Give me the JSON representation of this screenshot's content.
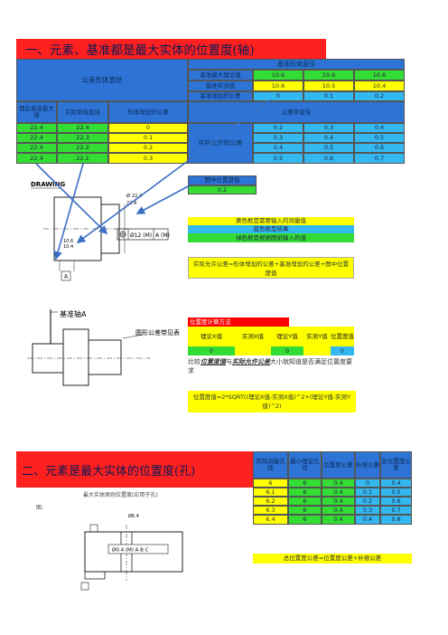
{
  "section1": {
    "title": "一、元素、基准都是最大实体的位置度(轴)",
    "hdr_part_size": "公差形体直径",
    "hdr_datum_size": "基准形体直径",
    "datum_rows": [
      {
        "label": "基准最大理论值",
        "values": [
          "10.6",
          "10.6",
          "10.6"
        ]
      },
      {
        "label": "基准实测值",
        "values": [
          "10.6",
          "10.5",
          "10.4"
        ]
      },
      {
        "label": "基准增加的公差",
        "values": [
          "0",
          "0.1",
          "0.2"
        ]
      }
    ],
    "col_theory": "理论直径最大值",
    "col_actual": "实际测值直径",
    "col_added": "形体增加的公差",
    "col_zone": "公差带直径",
    "zone_label": "实际允许的公差",
    "rows": [
      {
        "theory": "22.4",
        "actual": "22.4",
        "added": "0",
        "zone": [
          "0.2",
          "0.3",
          "0.4"
        ]
      },
      {
        "theory": "22.4",
        "actual": "22.3",
        "added": "0.1",
        "zone": [
          "0.3",
          "0.4",
          "0.5"
        ]
      },
      {
        "theory": "22.4",
        "actual": "22.2",
        "added": "0.2",
        "zone": [
          "0.4",
          "0.5",
          "0.6"
        ]
      },
      {
        "theory": "22.4",
        "actual": "22.1",
        "added": "0.3",
        "zone": [
          "0.5",
          "0.6",
          "0.7"
        ]
      }
    ],
    "pos_label": "图中位置度值",
    "pos_value": "0.2",
    "legend_yellow": "黄色框是需要输入的测量值",
    "legend_cyan": "蓝色框是结果",
    "legend_green": "绿色框是根据图纸输入的值",
    "formula_note": "实际允许公差=形体增加的公差+基准增加的公差+图中位置度值",
    "drawing_label": "DRAWING",
    "dim_phi": "Ø",
    "dim_224": "22.4",
    "dim_10": "10.6",
    "dim_104": "10.4",
    "fcf_value": "Ø12 (M)",
    "fcf_datum": "A (M)",
    "datum_a": "A"
  },
  "calc": {
    "title": "位置度计算方法",
    "col1": "理论X值",
    "col2": "实测X值",
    "col3": "理论Y值",
    "col4": "实测Y值",
    "col5": "位置度值",
    "values": [
      "0",
      "",
      "0",
      "",
      "0"
    ],
    "compare_text_a": "比较",
    "compare_em1": "位置度值",
    "compare_text_b": "与",
    "compare_em2": "实际允许公差",
    "compare_text_c": "大小就知道是否满足位置度要求",
    "formula": "位置度值=2*SQRT((理论X值-实测X值)^2+(理论Y值-实测Y值)^2)",
    "datum_axis_label": "基准轴A",
    "zone_label": "圆形公差带见表"
  },
  "section2": {
    "title": "二、元素是最大实体的位置度(孔)",
    "col_headers": [
      "实际测量孔径",
      "最小理论孔径",
      "位置度公差",
      "补偿公差",
      "总位置度公差"
    ],
    "rows": [
      [
        "6",
        "6",
        "0.4",
        "0",
        "0.4"
      ],
      [
        "6.1",
        "6",
        "0.4",
        "0.1",
        "0.5"
      ],
      [
        "6.2",
        "6",
        "0.4",
        "0.2",
        "0.6"
      ],
      [
        "6.3",
        "6",
        "0.4",
        "0.3",
        "0.7"
      ],
      [
        "6.4",
        "6",
        "0.4",
        "0.4",
        "0.8"
      ]
    ],
    "caption": "最大实体原则位置度(应用于孔)",
    "fig_label": "图:",
    "summary": "总位置度公差=位置度公差+补偿公差",
    "dim_64": "Ø6.4",
    "fcf2": "Ø0.4 (M) A B C"
  },
  "colors": {
    "blue": "#2E74D6",
    "yellow": "#FFFF00",
    "green": "#33dd33",
    "cyan": "#33b8f0",
    "red": "#ff0000"
  }
}
